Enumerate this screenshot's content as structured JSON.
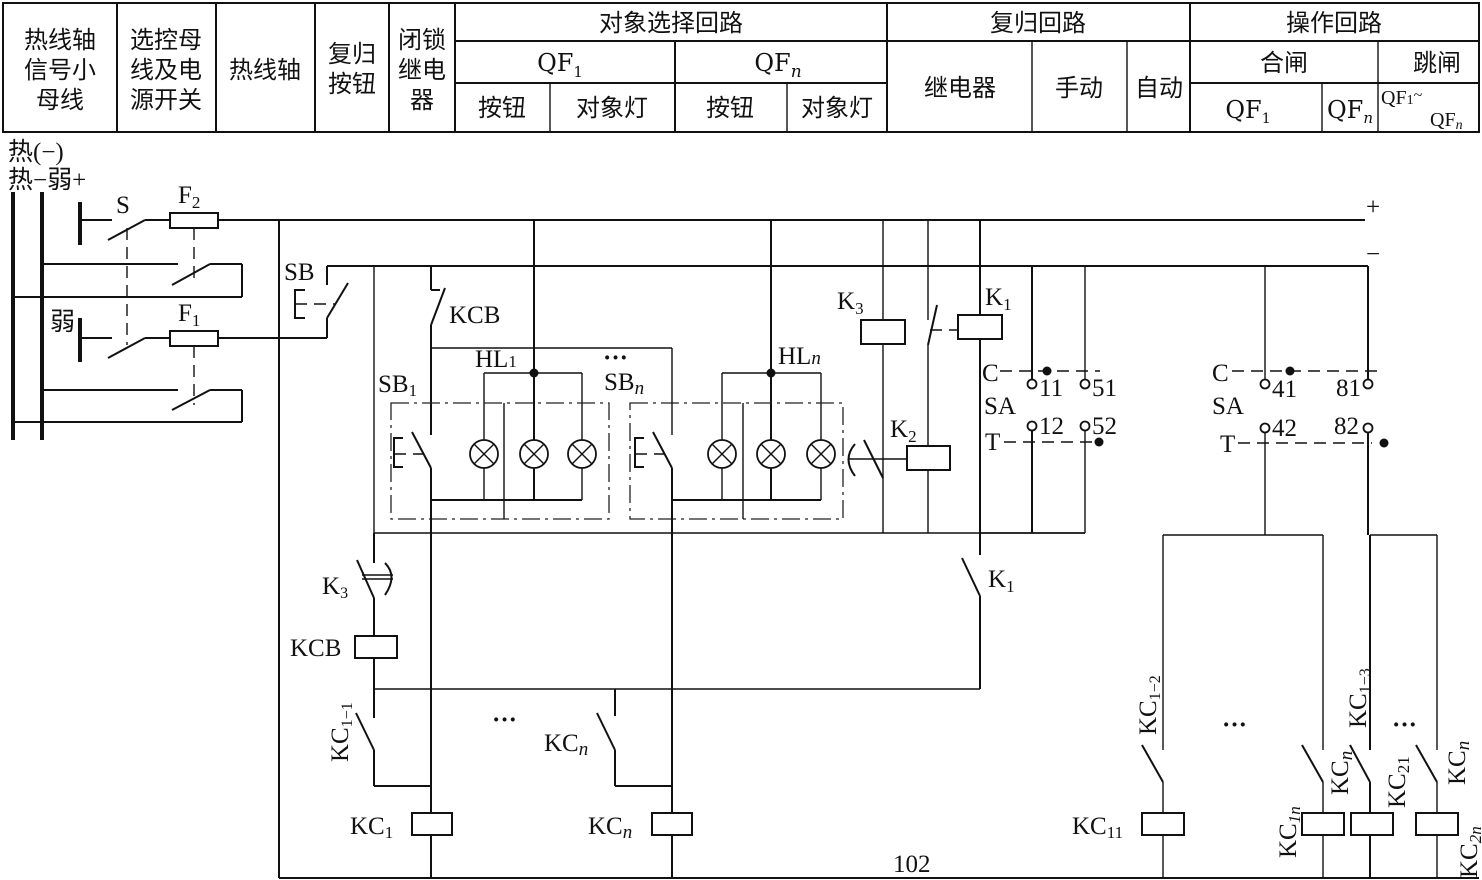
{
  "header": {
    "col1": [
      "热线轴",
      "信号小",
      "母线"
    ],
    "col2": [
      "选控母",
      "线及电",
      "源开关"
    ],
    "col3": "热线轴",
    "col4": [
      "复归",
      "按钮"
    ],
    "col5": [
      "闭锁",
      "继电",
      "器"
    ],
    "obj_group": "对象选择回路",
    "qf1": "QF",
    "qf1_sub": "1",
    "qfn": "QF",
    "qfn_sub": "n",
    "btn1": "按钮",
    "lamp1": "对象灯",
    "btnn": "按钮",
    "lampn": "对象灯",
    "reset_group": "复归回路",
    "relay": "继电器",
    "manual": "手动",
    "auto": "自动",
    "op_group": "操作回路",
    "close": "合闸",
    "trip": "跳闸",
    "close_qf1": "QF",
    "close_qf1_sub": "1",
    "close_qfn": "QF",
    "close_qfn_sub": "n",
    "trip_range_a": "QF",
    "trip_range_a_sub": "1",
    "trip_range_tilde": "~",
    "trip_range_b": "QF",
    "trip_range_b_sub": "n"
  },
  "buses": {
    "hot_neg": "热(−)",
    "hot_weak_pos": "热−弱+",
    "weak": "弱",
    "plus": "+",
    "minus": "−"
  },
  "labels": {
    "S": "S",
    "F2": "F",
    "F2_sub": "2",
    "F1": "F",
    "F1_sub": "1",
    "SB": "SB",
    "KCB_contact": "KCB",
    "HL1": "HL",
    "HL1_sub": "1",
    "HLn": "HL",
    "HLn_sub": "n",
    "SB1": "SB",
    "SB1_sub": "1",
    "SBn": "SB",
    "SBn_sub": "n",
    "ellipsis": "···",
    "K3_coil": "K",
    "K3_coil_sub": "3",
    "K1_coil": "K",
    "K1_coil_sub": "1",
    "K2_coil": "K",
    "K2_coil_sub": "2",
    "K3_contact": "K",
    "K3_contact_sub": "3",
    "K1_contact": "K",
    "K1_contact_sub": "1",
    "KCB_coil": "KCB",
    "KC1_1": "KC",
    "KC1_1_sub": "1−1",
    "KCn": "KC",
    "KCn_sub": "n",
    "KC1_coil": "KC",
    "KC1_coil_sub": "1",
    "KCn_coil": "KC",
    "KCn_coil_sub": "n",
    "KC1_2": "KC",
    "KC1_2_sub": "1−2",
    "KC1_3": "KC",
    "KC1_3_sub": "1−3",
    "KCn_a": "KC",
    "KCn_a_sub": "n",
    "KC21": "KC",
    "KC21_sub": "21",
    "KCn_b": "KC",
    "KCn_b_sub": "n",
    "KC11_coil": "KC",
    "KC11_coil_sub": "11",
    "KC1n_coil": "KC",
    "KC1n_coil_sub": "1n",
    "KC2n_coil": "KC",
    "KC2n_coil_sub": "2n",
    "page_number": "102"
  },
  "switch_SA": {
    "name": "SA",
    "pos_close": "C",
    "pos_trip": "T",
    "left_terminals": [
      "11",
      "51",
      "12",
      "52"
    ],
    "right_terminals": [
      "41",
      "81",
      "42",
      "82"
    ]
  }
}
